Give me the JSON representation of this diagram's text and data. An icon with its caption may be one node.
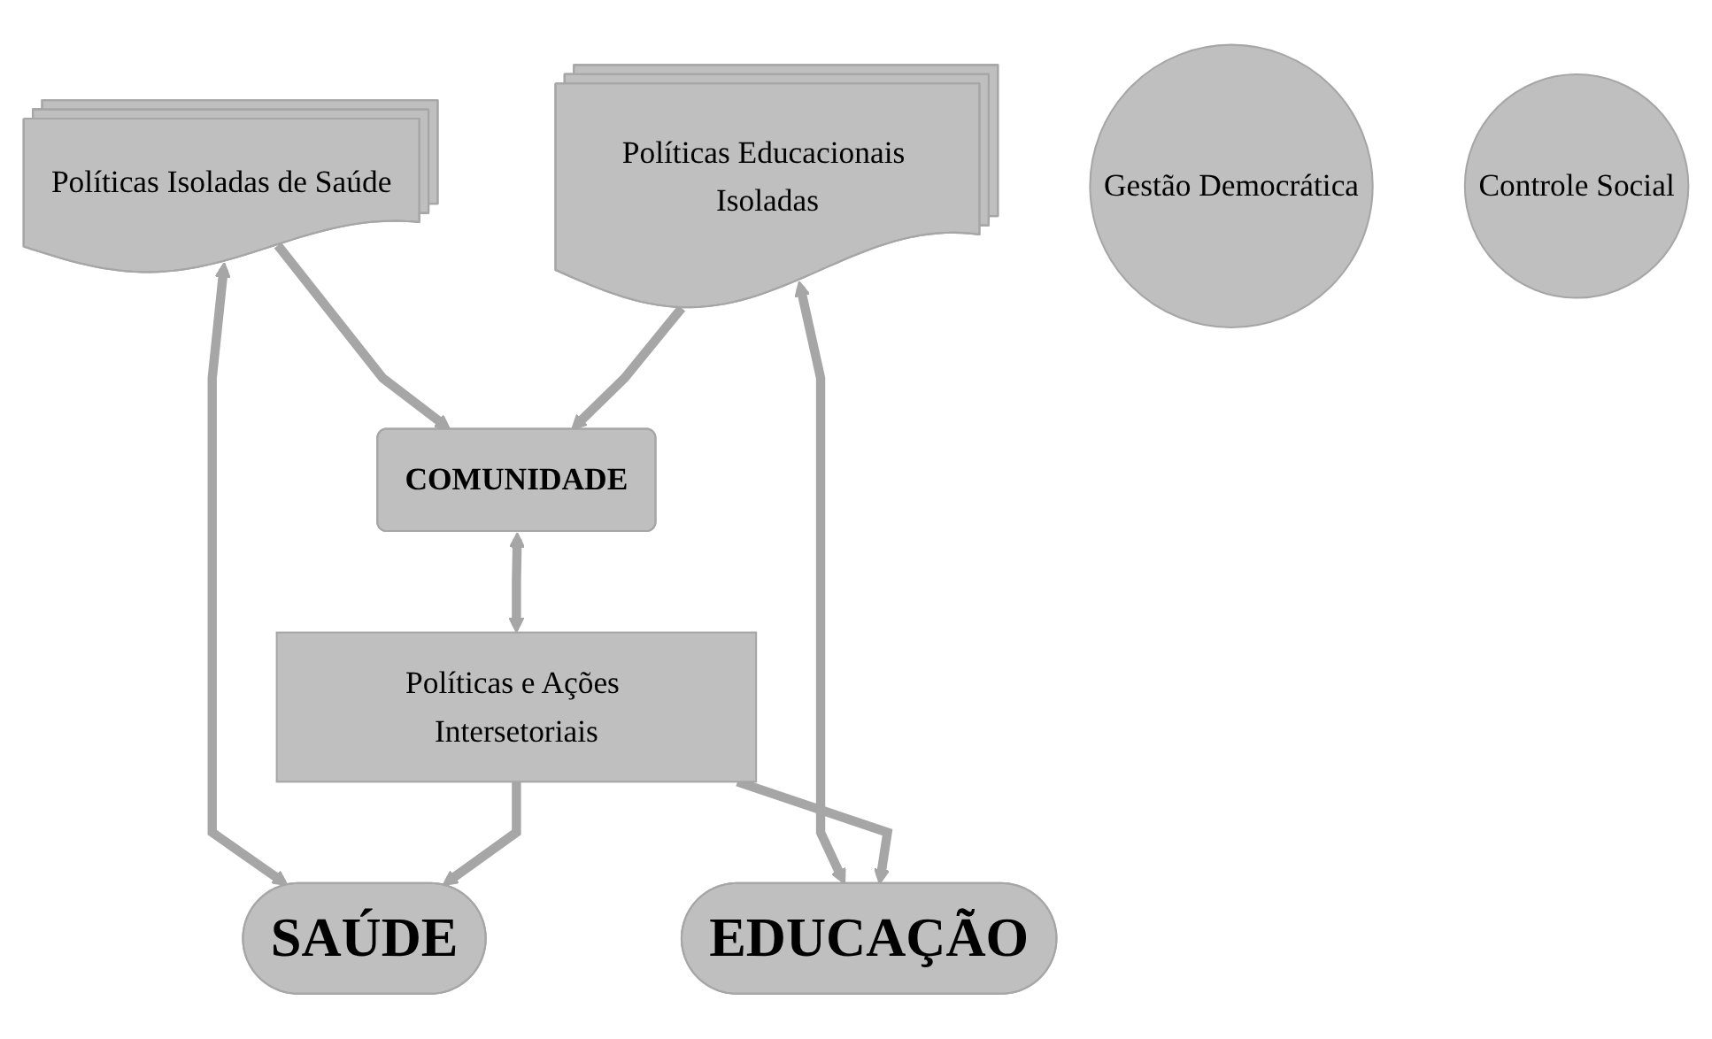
{
  "diagram": {
    "nodes": [
      {
        "text": [
          "Políticas Isoladas de Saúde"
        ]
      },
      {
        "text": [
          "Políticas Educacionais Isoladas"
        ]
      },
      {
        "text": [
          "COMUNIDADE"
        ]
      },
      {
        "text": [
          "Gestão Democrática"
        ]
      },
      {
        "text": [
          "Controle Social"
        ]
      },
      {
        "text": [
          "SAÚDE"
        ]
      },
      {
        "text": [
          "Políticas e Ações Intersetoriais"
        ]
      },
      {
        "text": [
          "EDUCAÇÃO"
        ]
      }
    ],
    "edges": [
      {
        "from": 0,
        "to": 2,
        "arrow": "to"
      },
      {
        "from": 1,
        "to": 2,
        "arrow": "to"
      },
      {
        "from": 0,
        "to": 5,
        "arrow": "both"
      },
      {
        "from": 1,
        "to": 7,
        "arrow": "both"
      },
      {
        "from": 2,
        "to": 6,
        "arrow": "both"
      },
      {
        "from": 6,
        "to": 5,
        "arrow": "to"
      },
      {
        "from": 6,
        "to": 7,
        "arrow": "to"
      }
    ]
  }
}
